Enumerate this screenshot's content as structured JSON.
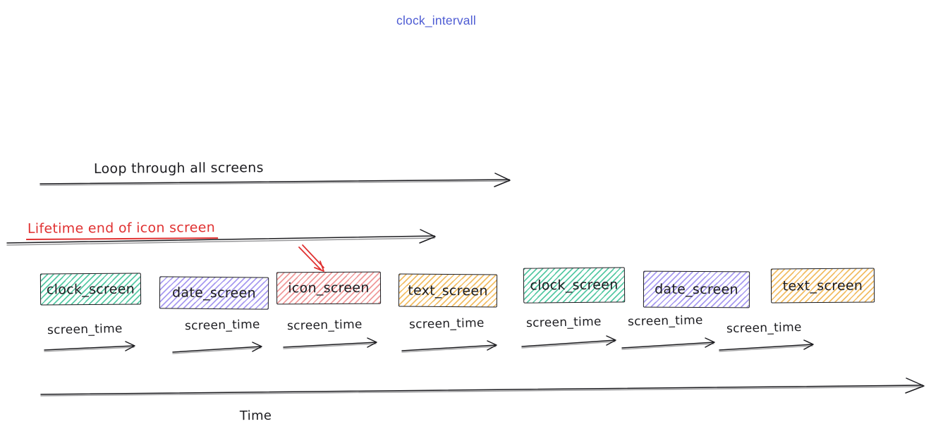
{
  "title": "clock_intervall",
  "colors": {
    "title_blue": "#4d5bd3",
    "accent_red": "#e03131",
    "ink": "#1b1b1f",
    "screen_green": "#56c9a4",
    "screen_purple": "#a79af0",
    "screen_red": "#f09a9a",
    "screen_yellow": "#f2bd63"
  },
  "loop_arrow": {
    "label": "Loop through all screens"
  },
  "lifetime_arrow": {
    "label": "Lifetime end of icon screen",
    "points_to": "icon_screen"
  },
  "time_axis": {
    "label": "Time"
  },
  "screens": [
    {
      "label": "clock_screen",
      "color": "green",
      "interval_label": "screen_time"
    },
    {
      "label": "date_screen",
      "color": "purple",
      "interval_label": "screen_time"
    },
    {
      "label": "icon_screen",
      "color": "red",
      "interval_label": "screen_time"
    },
    {
      "label": "text_screen",
      "color": "yellow",
      "interval_label": "screen_time"
    },
    {
      "label": "clock_screen",
      "color": "green",
      "interval_label": "screen_time"
    },
    {
      "label": "date_screen",
      "color": "purple",
      "interval_label": "screen_time"
    },
    {
      "label": "text_screen",
      "color": "yellow",
      "interval_label": "screen_time"
    }
  ]
}
